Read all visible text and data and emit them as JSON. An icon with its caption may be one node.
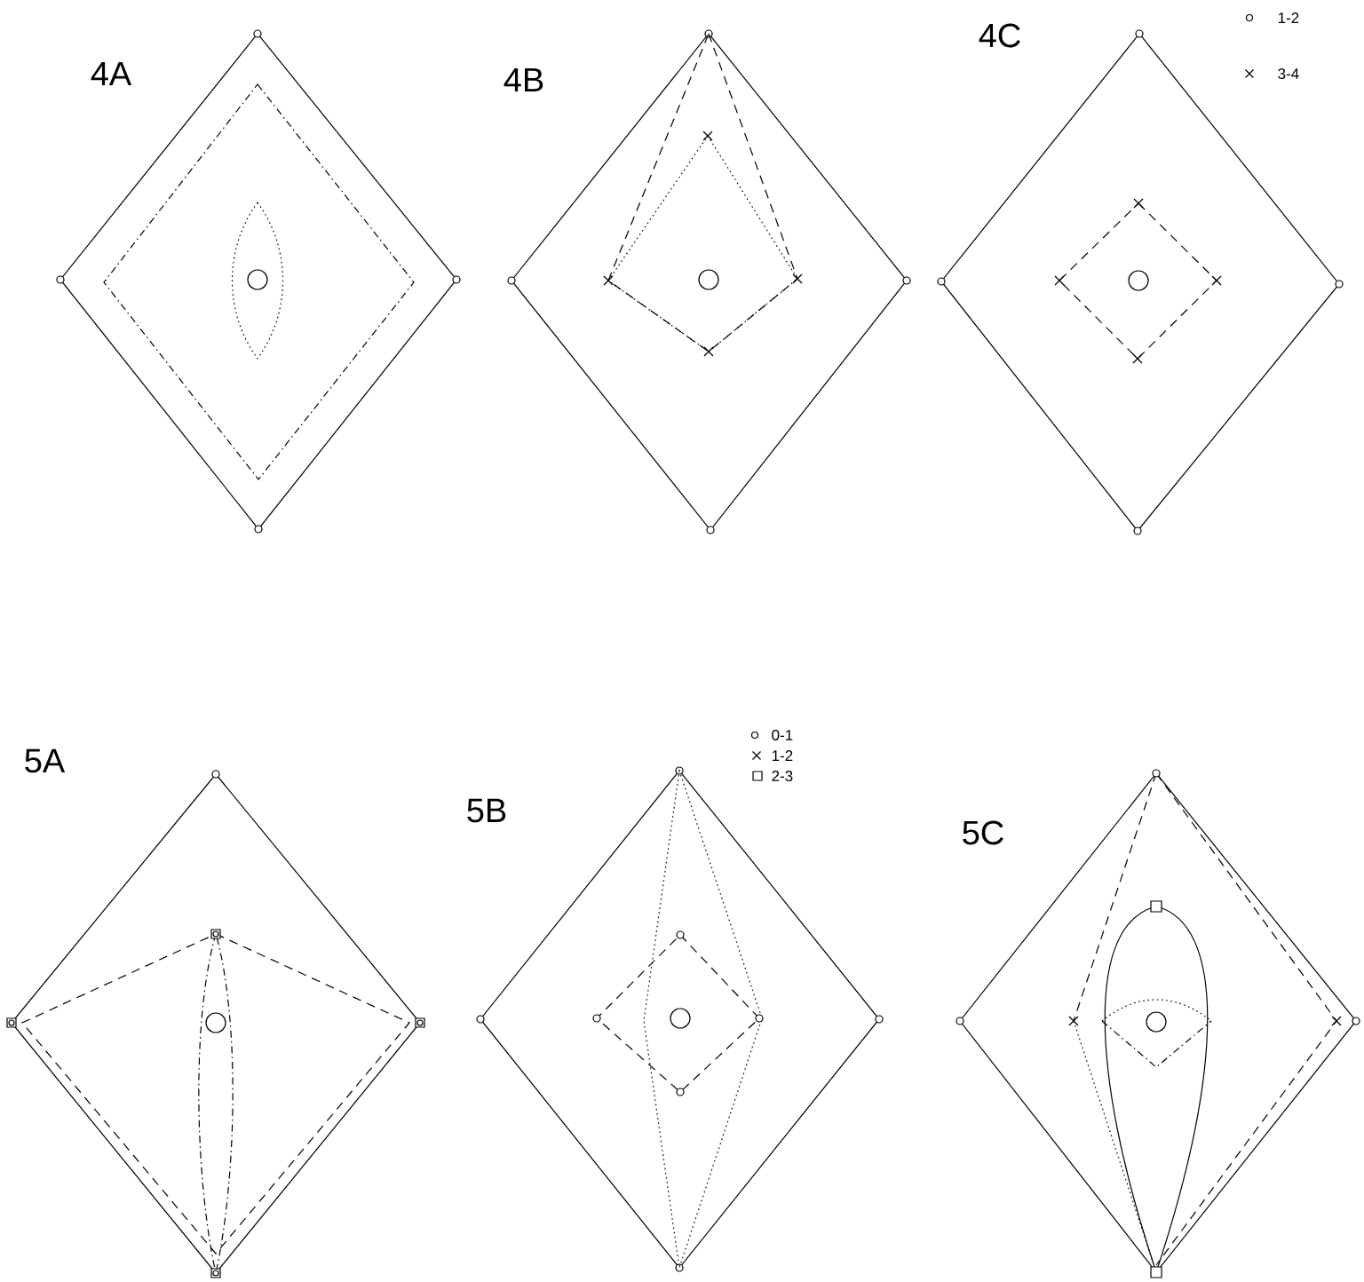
{
  "diagram": {
    "labels": [
      "4A",
      "4B",
      "4C",
      "5A",
      "5B",
      "5C"
    ],
    "legend": [
      {
        "text": "1-2"
      },
      {
        "text": "3-4"
      },
      {
        "text": "0-1"
      },
      {
        "text": "1-2"
      },
      {
        "text": "2-3"
      }
    ]
  }
}
